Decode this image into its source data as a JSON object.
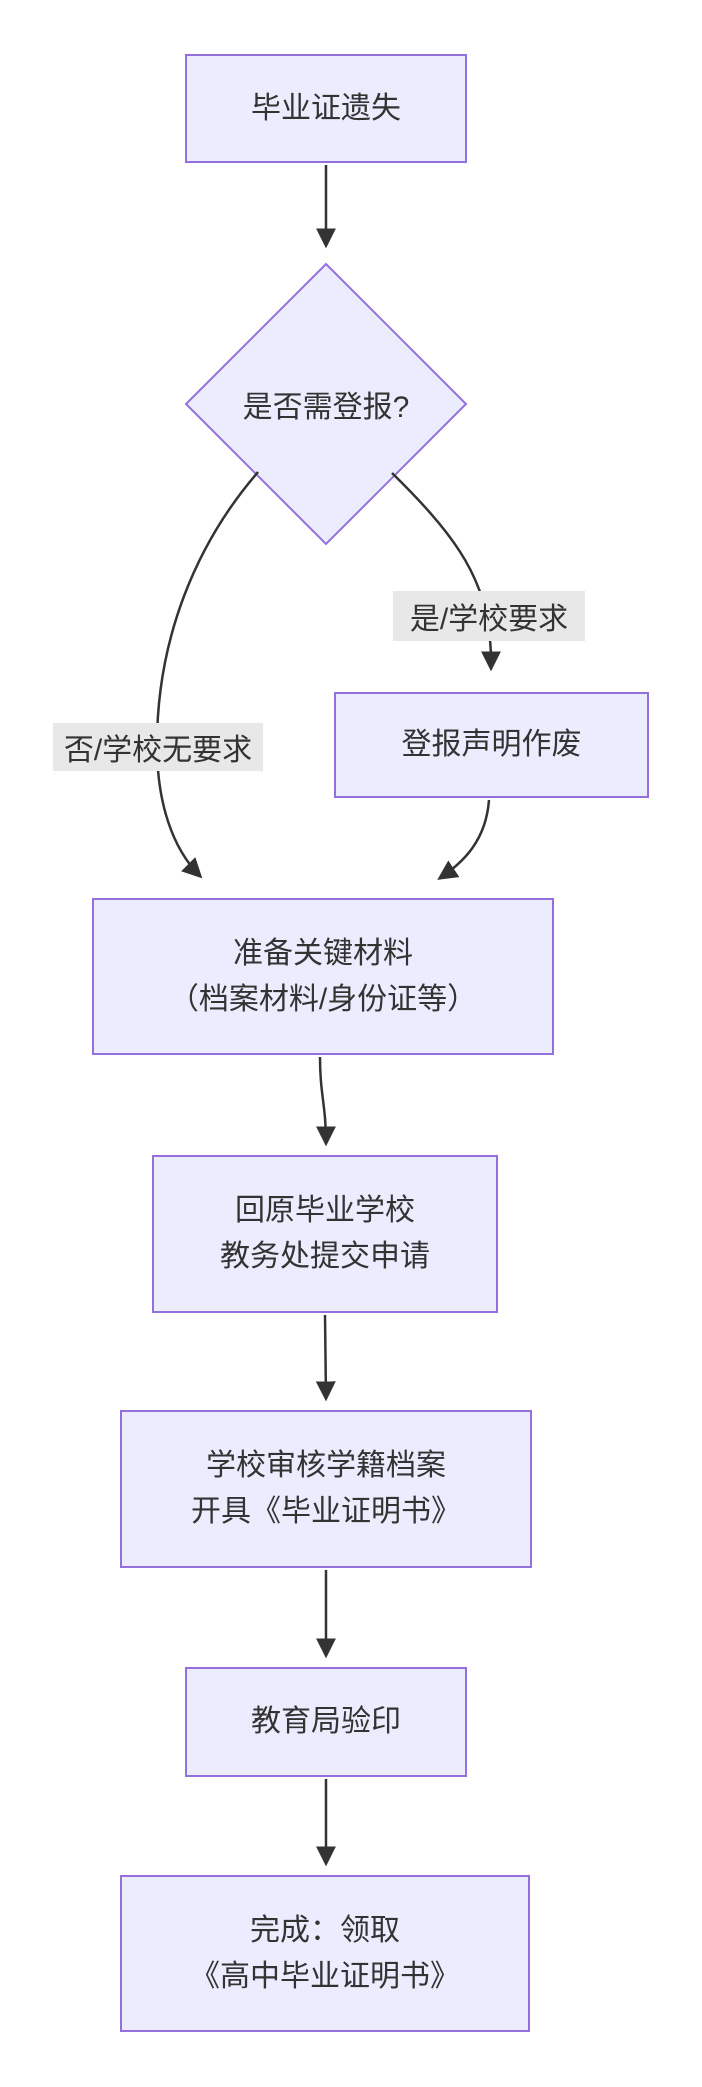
{
  "colors": {
    "node_fill": "#ECECFF",
    "node_border": "#9370DB",
    "arrow": "#333333",
    "label_bg": "#e8e8e8",
    "text": "#333333"
  },
  "nodes": {
    "start": {
      "label": "毕业证遗失"
    },
    "decision": {
      "label": "是否需登报?"
    },
    "publish": {
      "label": "登报声明作废"
    },
    "prepare": {
      "lines": [
        "准备关键材料",
        "（档案材料/身份证等）"
      ]
    },
    "apply": {
      "lines": [
        "回原毕业学校",
        "教务处提交申请"
      ]
    },
    "review": {
      "lines": [
        "学校审核学籍档案",
        "开具《毕业证明书》"
      ]
    },
    "seal": {
      "label": "教育局验印"
    },
    "done": {
      "lines": [
        "完成：领取",
        "《高中毕业证明书》"
      ]
    }
  },
  "edge_labels": {
    "yes": "是/学校要求",
    "no": "否/学校无要求"
  },
  "flow": [
    {
      "from": "start",
      "to": "decision",
      "label": ""
    },
    {
      "from": "decision",
      "to": "publish",
      "label": "是/学校要求"
    },
    {
      "from": "decision",
      "to": "prepare",
      "label": "否/学校无要求"
    },
    {
      "from": "publish",
      "to": "prepare",
      "label": ""
    },
    {
      "from": "prepare",
      "to": "apply",
      "label": ""
    },
    {
      "from": "apply",
      "to": "review",
      "label": ""
    },
    {
      "from": "review",
      "to": "seal",
      "label": ""
    },
    {
      "from": "seal",
      "to": "done",
      "label": ""
    }
  ]
}
